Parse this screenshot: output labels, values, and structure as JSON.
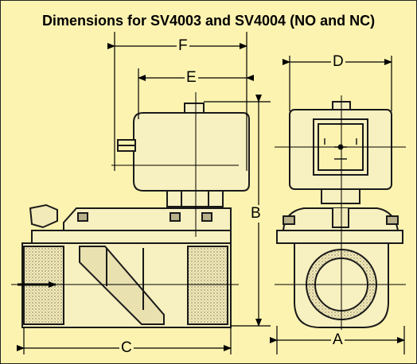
{
  "title": "Dimensions for SV4003 and SV4004 (NO and NC)",
  "colors": {
    "background": "#fdf3b0",
    "line": "#1a1a1a",
    "body_fill": "#f7f0c0",
    "shade": "#b8b08a"
  },
  "dimensions": {
    "a": "A",
    "b": "B",
    "c": "C",
    "d": "D",
    "e": "E",
    "f": "F"
  }
}
